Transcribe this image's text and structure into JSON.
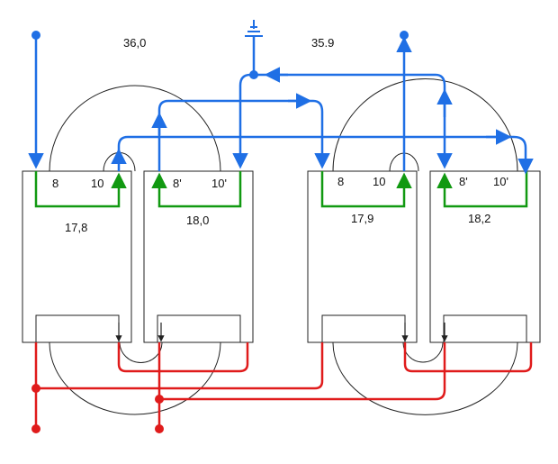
{
  "colors": {
    "blue": "#1f6fe5",
    "green": "#119911",
    "red": "#e01b1b",
    "outline": "#222222"
  },
  "top_labels": {
    "left_pair": "36,0",
    "right_pair": "35.9"
  },
  "blocks": [
    {
      "value": "17,8",
      "terminals": [
        "8",
        "10"
      ]
    },
    {
      "value": "18,0",
      "terminals": [
        "8'",
        "10'"
      ]
    },
    {
      "value": "17,9",
      "terminals": [
        "8",
        "10"
      ]
    },
    {
      "value": "18,2",
      "terminals": [
        "8'",
        "10'"
      ]
    }
  ],
  "icons": {
    "ground": "ground-icon"
  }
}
